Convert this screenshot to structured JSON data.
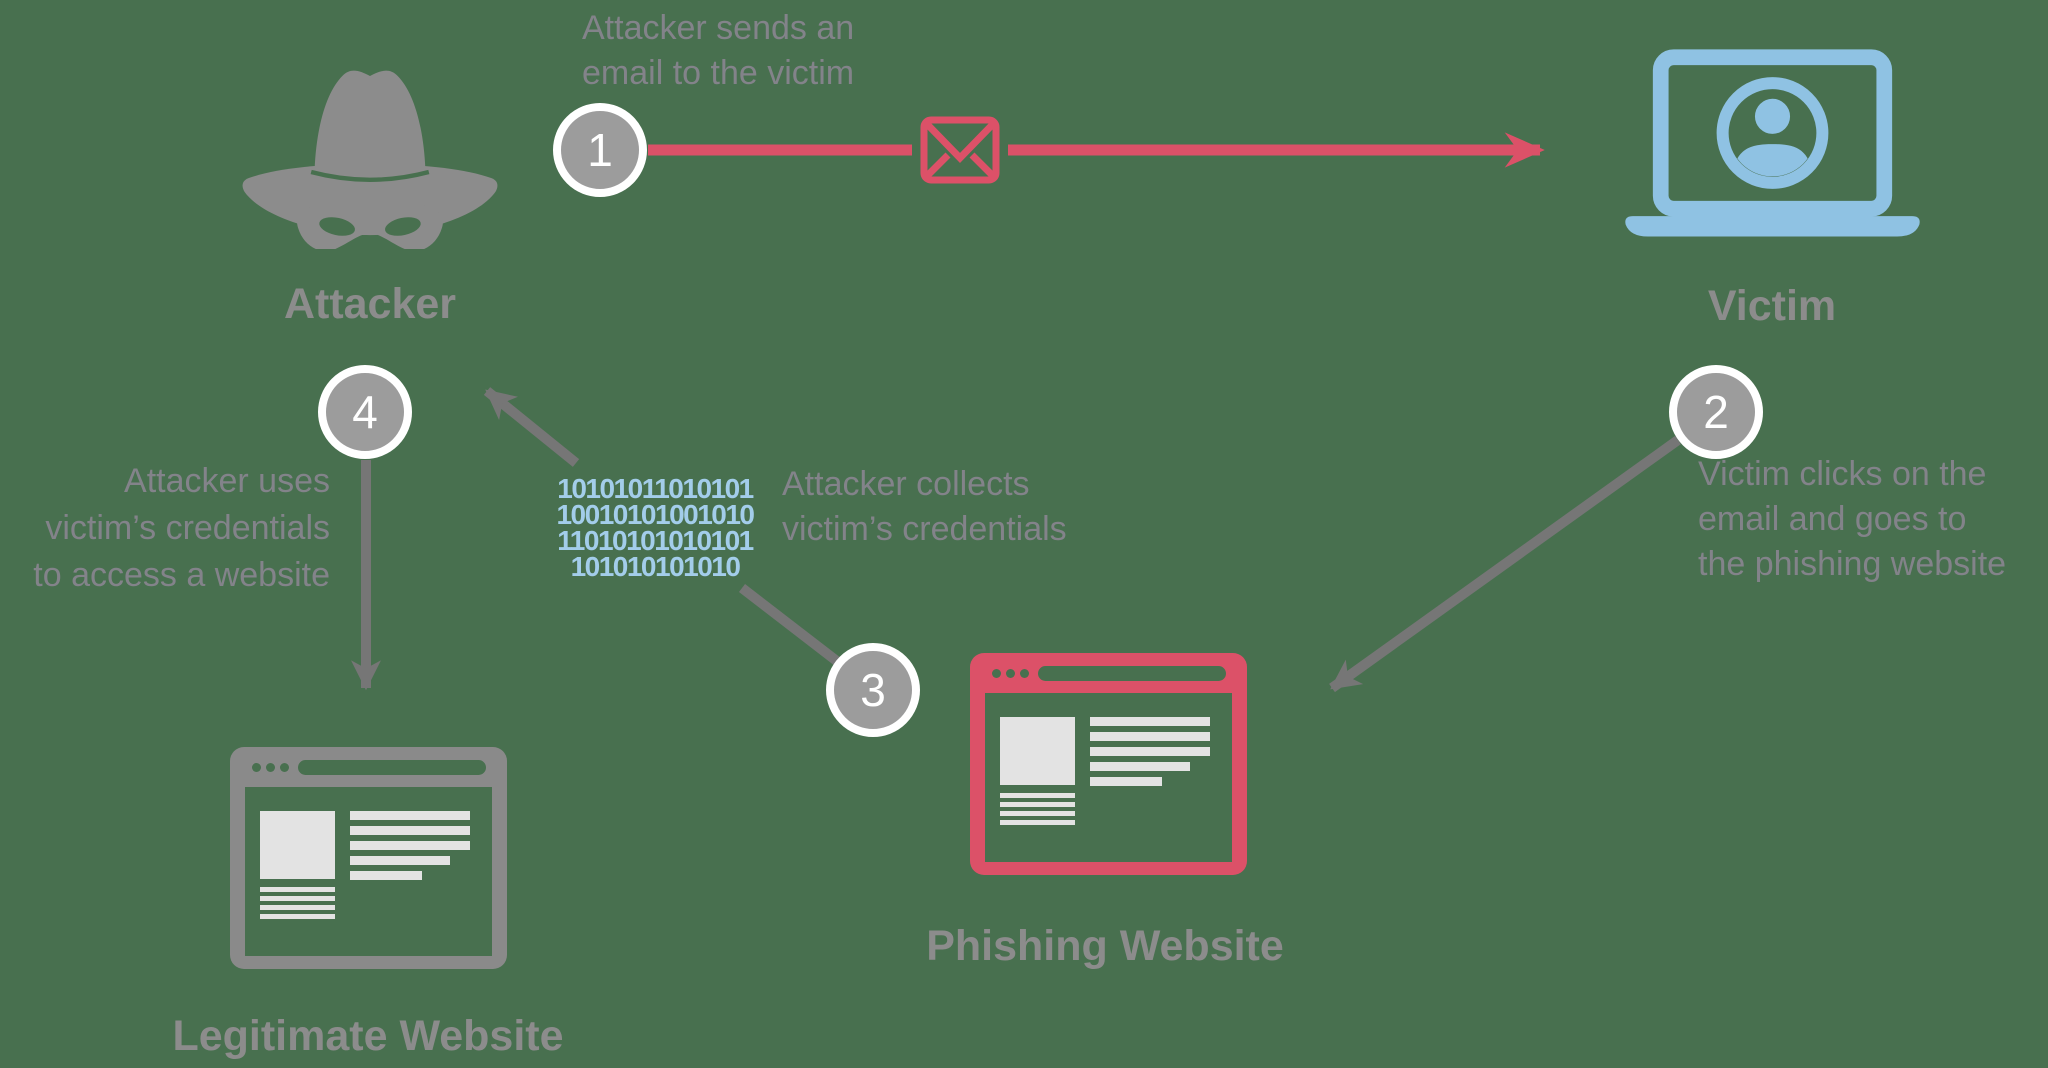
{
  "diagram_title": "",
  "colors": {
    "background": "#48704f",
    "attack_red": "#dc5168",
    "victim_blue": "#8fc2e3",
    "binary_blue": "#a3cdea",
    "icon_gray": "#8c8c8c",
    "arrow_gray": "#767676",
    "text_gray": "#83838a",
    "circle_gray": "#9c9c9c",
    "block_light": "#e3e3e3"
  },
  "nodes": {
    "attacker": {
      "label": "Attacker"
    },
    "victim": {
      "label": "Victim"
    },
    "phishing_website": {
      "label": "Phishing Website"
    },
    "legitimate_website": {
      "label": "Legitimate Website"
    }
  },
  "steps": [
    {
      "number": "1",
      "lines": [
        "Attacker sends an",
        "email to the victim"
      ]
    },
    {
      "number": "2",
      "lines": [
        "Victim clicks on the",
        "email and goes to",
        "the phishing website"
      ]
    },
    {
      "number": "3",
      "lines": [
        "Attacker collects",
        "victim’s credentials"
      ]
    },
    {
      "number": "4",
      "lines": [
        "Attacker uses",
        "victim’s credentials",
        "to access a website"
      ]
    }
  ],
  "binary": {
    "lines": [
      "10101011010101",
      "10010101001010",
      "11010101010101",
      "101010101010"
    ]
  }
}
